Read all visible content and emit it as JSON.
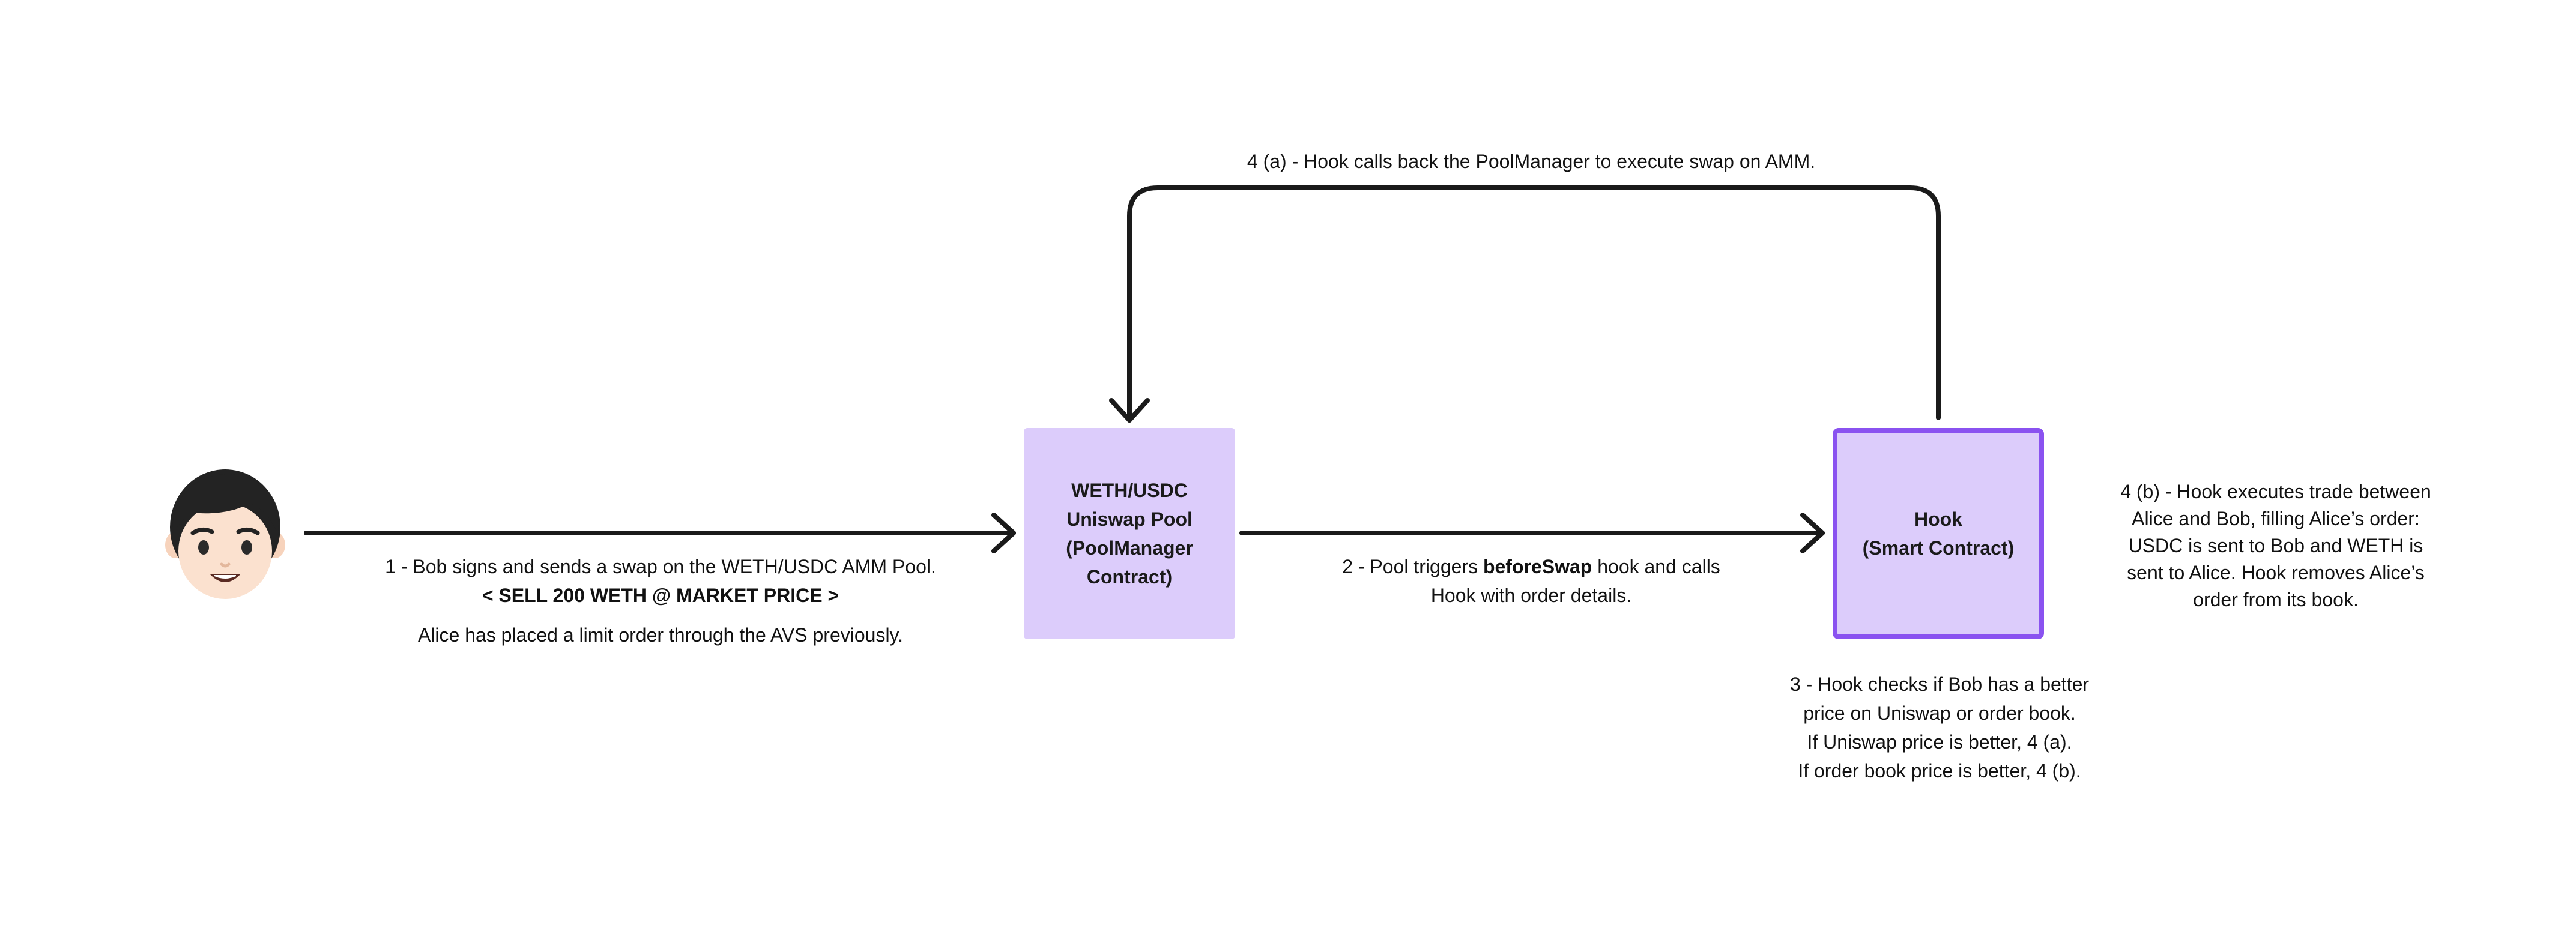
{
  "diagram": {
    "actor": {
      "icon": "boy-face-icon"
    },
    "nodes": {
      "pool": {
        "text": "WETH/USDC\nUniswap Pool\n(PoolManager\nContract)"
      },
      "hook": {
        "text": "Hook\n(Smart Contract)"
      }
    },
    "steps": {
      "step1": {
        "line1": "1 - Bob signs and sends a swap on the WETH/USDC AMM Pool.",
        "line2": "< SELL 200 WETH @ MARKET PRICE >",
        "line3": "Alice has placed a limit order through the AVS previously."
      },
      "step2": {
        "prefix": "2 - Pool triggers ",
        "bold": "beforeSwap",
        "suffix": " hook and calls",
        "line2": "Hook with order details."
      },
      "step3": {
        "lines": [
          "3 - Hook checks if Bob has a better",
          "price on Uniswap or order book.",
          "If Uniswap price is better, 4 (a).",
          "If order book price is better, 4 (b)."
        ]
      },
      "step4a": {
        "text": "4 (a) - Hook calls back the PoolManager to execute swap on AMM."
      },
      "step4b": {
        "lines": [
          "4 (b) - Hook executes trade between",
          "Alice and Bob, filling Alice’s order:",
          "USDC is sent to Bob and WETH is",
          "sent to Alice. Hook removes Alice’s",
          "order from its book."
        ]
      }
    },
    "colors": {
      "box_fill": "#dcccfb",
      "hook_border": "#8a52f0",
      "arrow": "#1a1a1a",
      "text": "#111111"
    }
  }
}
